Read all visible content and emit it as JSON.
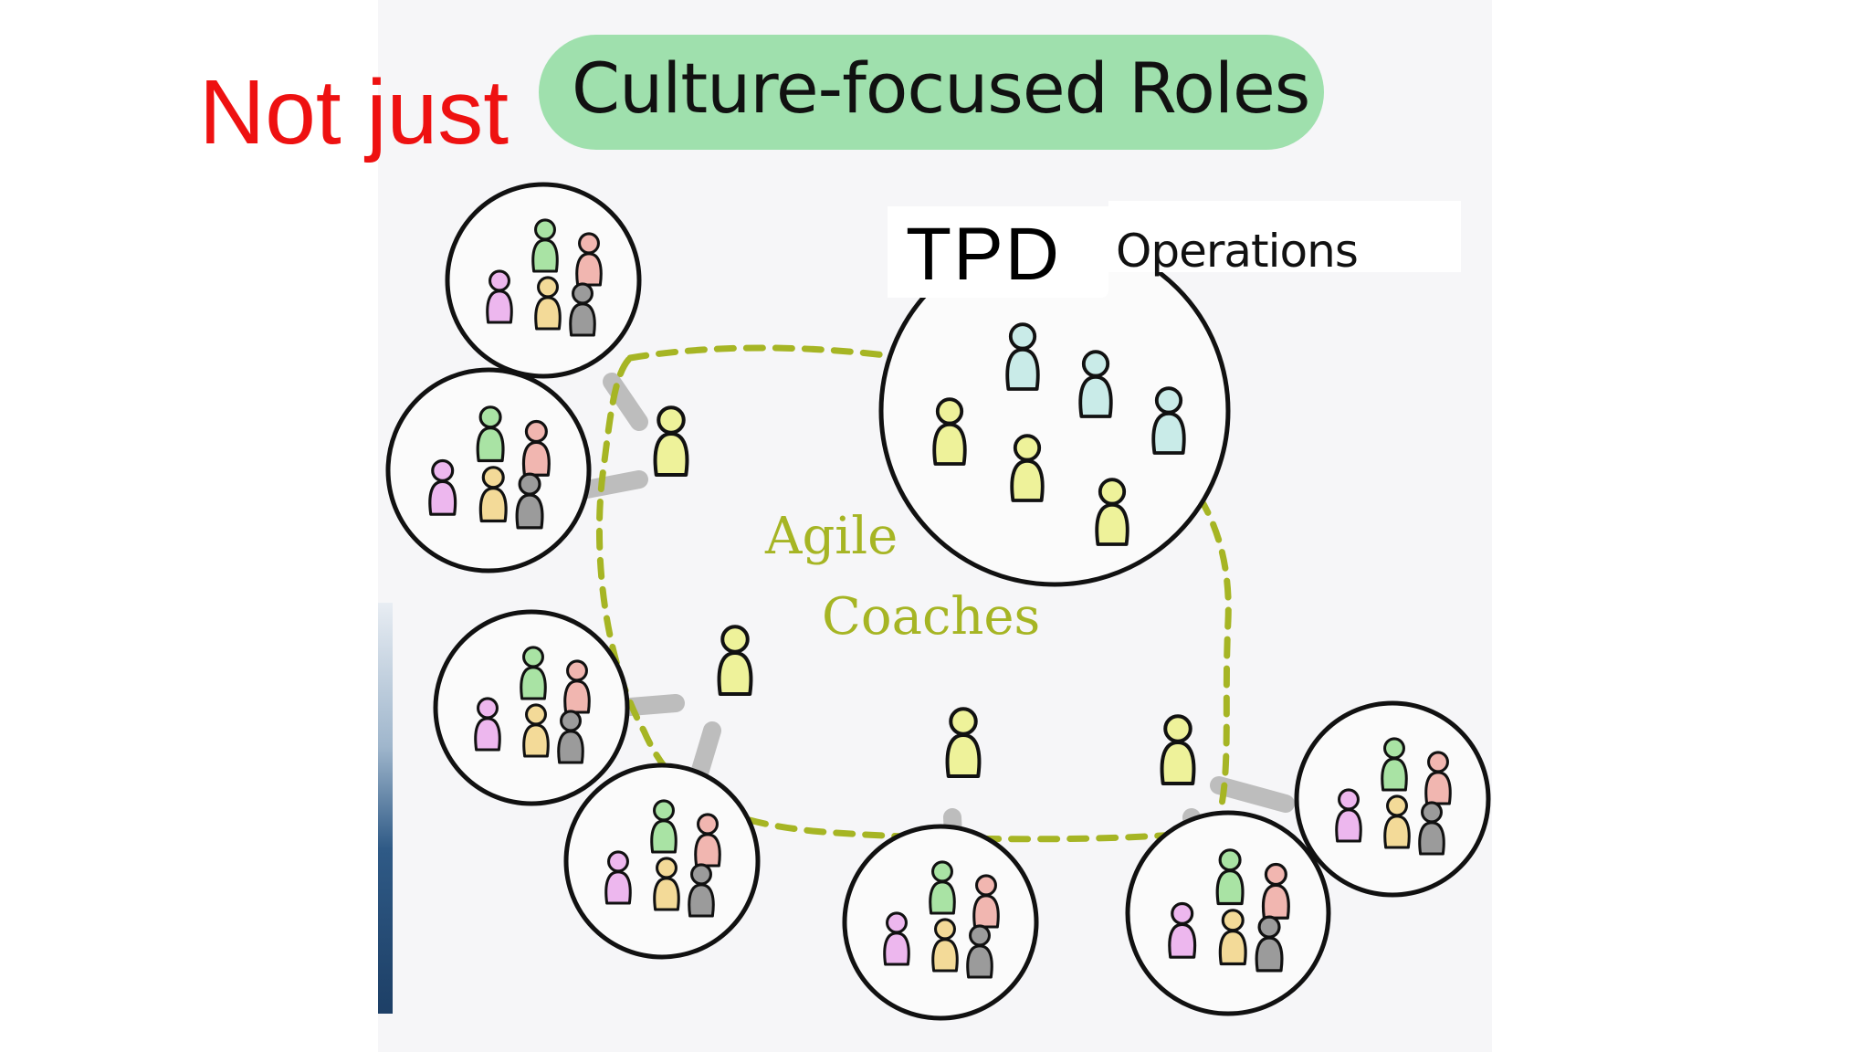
{
  "slide": {
    "prefix": "Not just",
    "title": "Culture-focused Roles"
  },
  "labels": {
    "tpd": "TPD",
    "operations": "Operations",
    "agile": "Agile",
    "coaches": "Coaches"
  },
  "colors": {
    "prefix_red": "#ee1111",
    "title_highlight": "#8fdca0",
    "coach_yellow": "#eef29a",
    "ops_blue": "#c9ebe8",
    "dashed_loop": "#a6b524",
    "team_green": "#a9e3a4",
    "team_pink": "#f1b6b0",
    "team_violet": "#edb7ee",
    "team_yellow": "#f3da98",
    "team_gray": "#9b9b9b"
  }
}
